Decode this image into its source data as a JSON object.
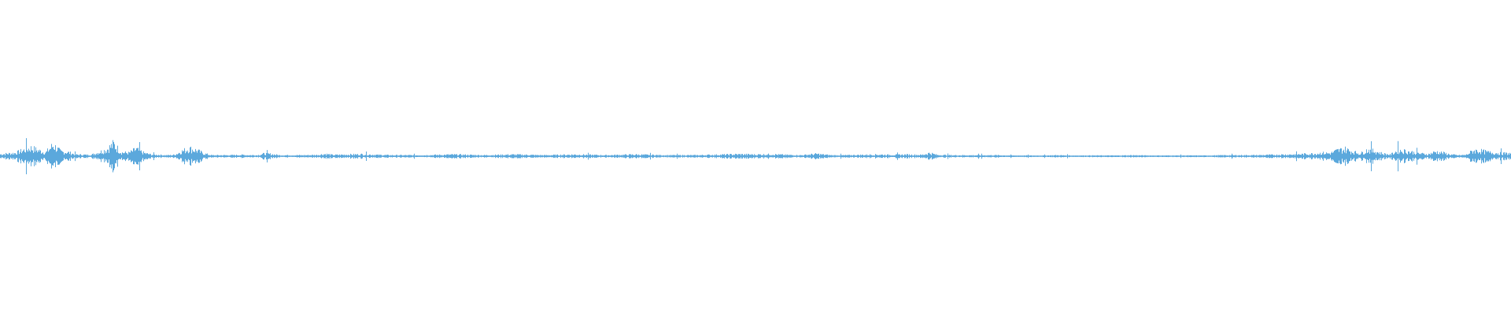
{
  "waveform": {
    "color": "#5ba8dc",
    "peaks": [
      [
        0.0,
        0.06
      ],
      [
        0.01,
        0.1
      ],
      [
        0.02,
        0.26
      ],
      [
        0.03,
        0.11
      ],
      [
        0.035,
        0.35
      ],
      [
        0.04,
        0.14
      ],
      [
        0.045,
        0.12
      ],
      [
        0.05,
        0.05
      ],
      [
        0.06,
        0.04
      ],
      [
        0.07,
        0.2
      ],
      [
        0.075,
        0.38
      ],
      [
        0.08,
        0.12
      ],
      [
        0.085,
        0.1
      ],
      [
        0.09,
        0.22
      ],
      [
        0.095,
        0.1
      ],
      [
        0.1,
        0.05
      ],
      [
        0.11,
        0.03
      ],
      [
        0.115,
        0.04
      ],
      [
        0.12,
        0.15
      ],
      [
        0.125,
        0.24
      ],
      [
        0.13,
        0.18
      ],
      [
        0.135,
        0.08
      ],
      [
        0.14,
        0.03
      ],
      [
        0.15,
        0.03
      ],
      [
        0.16,
        0.04
      ],
      [
        0.17,
        0.03
      ],
      [
        0.175,
        0.08
      ],
      [
        0.18,
        0.06
      ],
      [
        0.185,
        0.03
      ],
      [
        0.19,
        0.03
      ],
      [
        0.2,
        0.03
      ],
      [
        0.21,
        0.04
      ],
      [
        0.215,
        0.07
      ],
      [
        0.22,
        0.04
      ],
      [
        0.23,
        0.05
      ],
      [
        0.24,
        0.06
      ],
      [
        0.25,
        0.04
      ],
      [
        0.26,
        0.03
      ],
      [
        0.27,
        0.03
      ],
      [
        0.28,
        0.03
      ],
      [
        0.29,
        0.04
      ],
      [
        0.3,
        0.05
      ],
      [
        0.31,
        0.04
      ],
      [
        0.32,
        0.03
      ],
      [
        0.33,
        0.04
      ],
      [
        0.34,
        0.05
      ],
      [
        0.35,
        0.04
      ],
      [
        0.36,
        0.03
      ],
      [
        0.37,
        0.04
      ],
      [
        0.38,
        0.05
      ],
      [
        0.39,
        0.04
      ],
      [
        0.4,
        0.03
      ],
      [
        0.41,
        0.04
      ],
      [
        0.42,
        0.05
      ],
      [
        0.43,
        0.04
      ],
      [
        0.44,
        0.03
      ],
      [
        0.45,
        0.03
      ],
      [
        0.46,
        0.03
      ],
      [
        0.47,
        0.04
      ],
      [
        0.48,
        0.05
      ],
      [
        0.49,
        0.06
      ],
      [
        0.5,
        0.05
      ],
      [
        0.51,
        0.06
      ],
      [
        0.52,
        0.04
      ],
      [
        0.53,
        0.03
      ],
      [
        0.54,
        0.07
      ],
      [
        0.55,
        0.03
      ],
      [
        0.56,
        0.03
      ],
      [
        0.57,
        0.04
      ],
      [
        0.58,
        0.05
      ],
      [
        0.59,
        0.04
      ],
      [
        0.6,
        0.05
      ],
      [
        0.61,
        0.04
      ],
      [
        0.615,
        0.1
      ],
      [
        0.62,
        0.04
      ],
      [
        0.63,
        0.03
      ],
      [
        0.64,
        0.03
      ],
      [
        0.65,
        0.03
      ],
      [
        0.66,
        0.03
      ],
      [
        0.67,
        0.02
      ],
      [
        0.68,
        0.02
      ],
      [
        0.69,
        0.02
      ],
      [
        0.7,
        0.03
      ],
      [
        0.71,
        0.02
      ],
      [
        0.72,
        0.02
      ],
      [
        0.73,
        0.02
      ],
      [
        0.74,
        0.02
      ],
      [
        0.75,
        0.03
      ],
      [
        0.76,
        0.02
      ],
      [
        0.77,
        0.02
      ],
      [
        0.78,
        0.02
      ],
      [
        0.79,
        0.02
      ],
      [
        0.8,
        0.02
      ],
      [
        0.81,
        0.03
      ],
      [
        0.82,
        0.03
      ],
      [
        0.83,
        0.03
      ],
      [
        0.84,
        0.04
      ],
      [
        0.85,
        0.05
      ],
      [
        0.86,
        0.06
      ],
      [
        0.87,
        0.08
      ],
      [
        0.875,
        0.1
      ],
      [
        0.88,
        0.09
      ],
      [
        0.885,
        0.18
      ],
      [
        0.89,
        0.22
      ],
      [
        0.895,
        0.14
      ],
      [
        0.9,
        0.08
      ],
      [
        0.905,
        0.2
      ],
      [
        0.91,
        0.15
      ],
      [
        0.915,
        0.08
      ],
      [
        0.92,
        0.05
      ],
      [
        0.925,
        0.18
      ],
      [
        0.93,
        0.16
      ],
      [
        0.935,
        0.12
      ],
      [
        0.94,
        0.08
      ],
      [
        0.945,
        0.06
      ],
      [
        0.95,
        0.14
      ],
      [
        0.955,
        0.1
      ],
      [
        0.96,
        0.05
      ],
      [
        0.965,
        0.03
      ],
      [
        0.97,
        0.04
      ],
      [
        0.975,
        0.18
      ],
      [
        0.98,
        0.16
      ],
      [
        0.985,
        0.12
      ],
      [
        0.99,
        0.1
      ],
      [
        0.995,
        0.09
      ],
      [
        1.0,
        0.08
      ]
    ]
  }
}
